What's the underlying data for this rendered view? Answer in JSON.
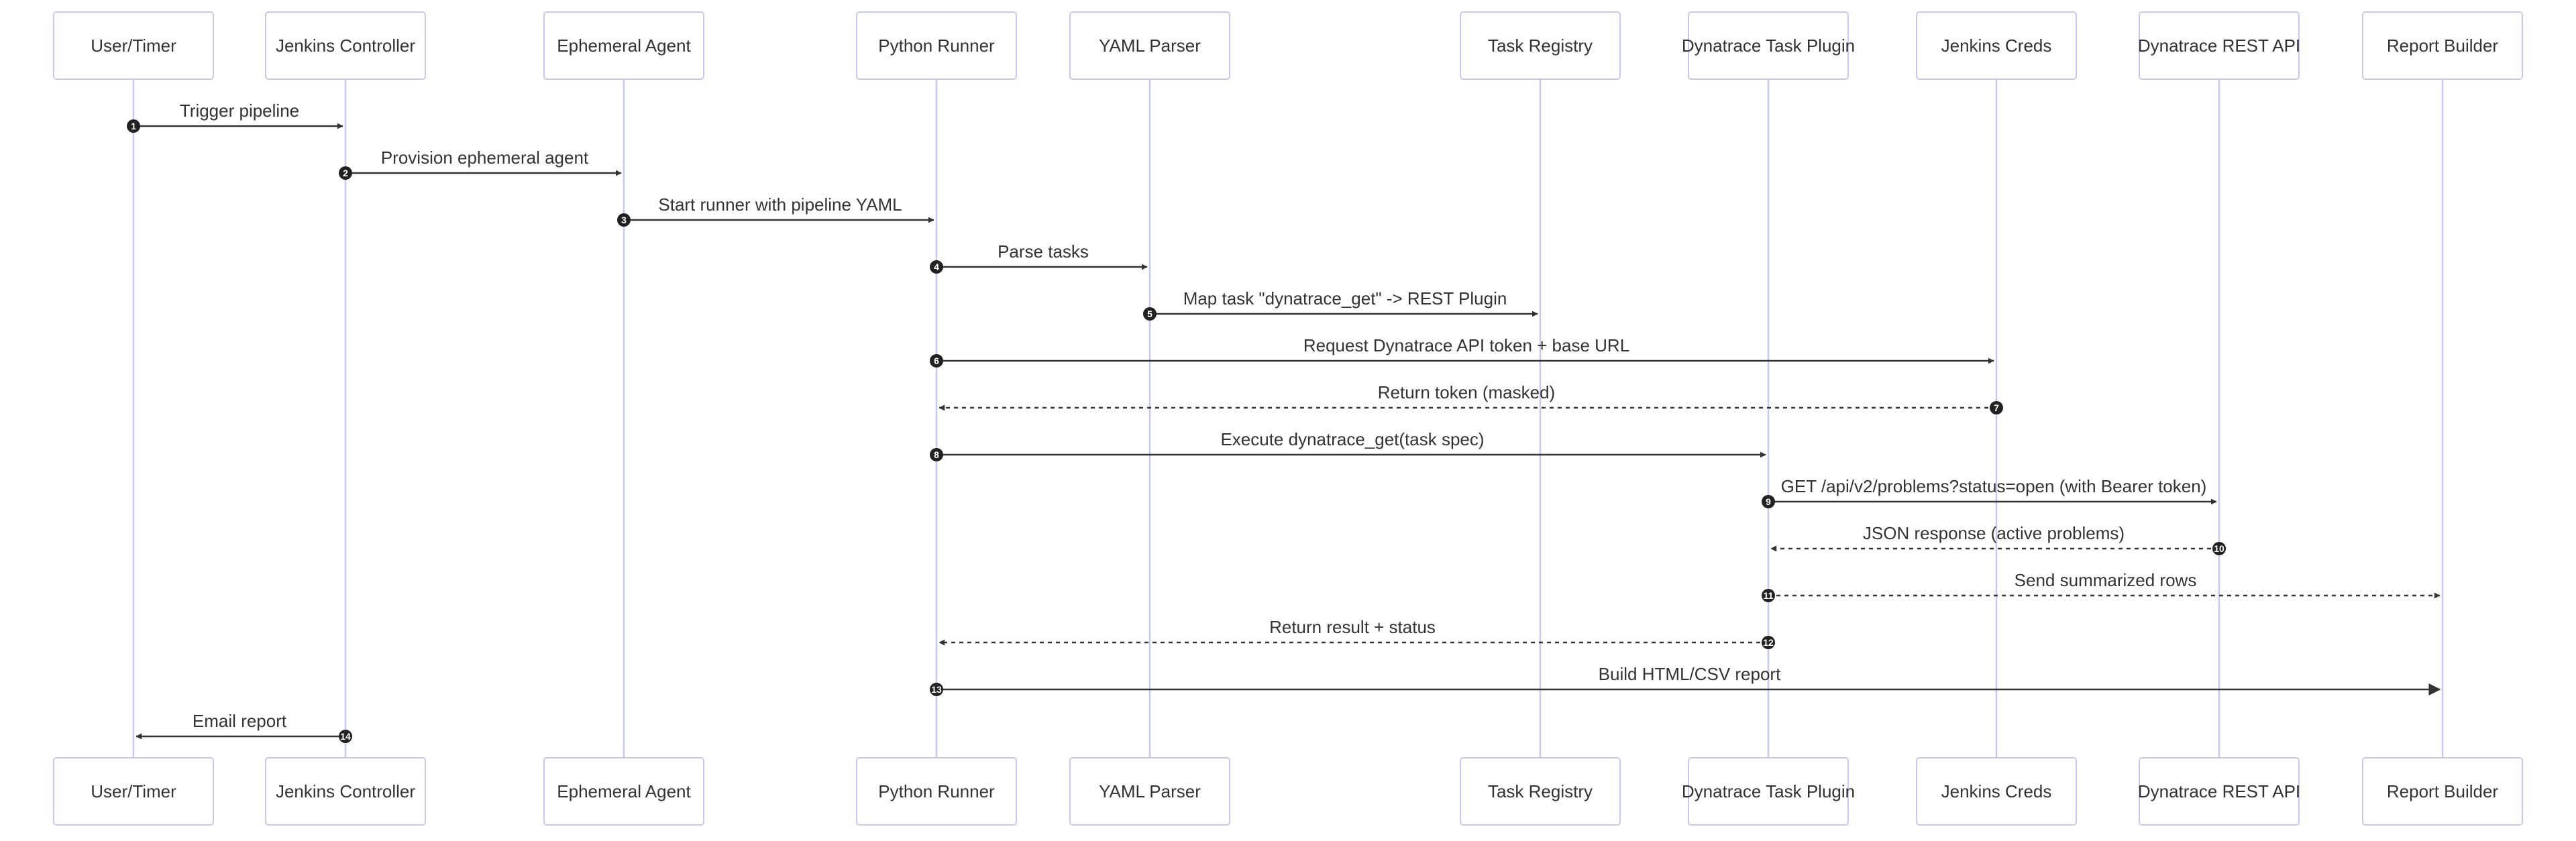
{
  "participants": [
    {
      "id": "user",
      "label": "User/Timer"
    },
    {
      "id": "jenkins",
      "label": "Jenkins Controller"
    },
    {
      "id": "agent",
      "label": "Ephemeral Agent"
    },
    {
      "id": "runner",
      "label": "Python Runner"
    },
    {
      "id": "yaml",
      "label": "YAML Parser"
    },
    {
      "id": "registry",
      "label": "Task Registry"
    },
    {
      "id": "plugin",
      "label": "Dynatrace Task Plugin"
    },
    {
      "id": "creds",
      "label": "Jenkins Creds"
    },
    {
      "id": "api",
      "label": "Dynatrace REST API"
    },
    {
      "id": "report",
      "label": "Report Builder"
    }
  ],
  "messages": [
    {
      "num": "1",
      "from": "user",
      "to": "jenkins",
      "label": "Trigger pipeline",
      "style": "solid"
    },
    {
      "num": "2",
      "from": "jenkins",
      "to": "agent",
      "label": "Provision ephemeral agent",
      "style": "solid"
    },
    {
      "num": "3",
      "from": "agent",
      "to": "runner",
      "label": "Start runner with pipeline YAML",
      "style": "solid"
    },
    {
      "num": "4",
      "from": "runner",
      "to": "yaml",
      "label": "Parse tasks",
      "style": "solid"
    },
    {
      "num": "5",
      "from": "yaml",
      "to": "registry",
      "label": "Map task \"dynatrace_get\" -> REST Plugin",
      "style": "solid"
    },
    {
      "num": "6",
      "from": "runner",
      "to": "creds",
      "label": "Request Dynatrace API token + base URL",
      "style": "solid"
    },
    {
      "num": "7",
      "from": "creds",
      "to": "runner",
      "label": "Return token (masked)",
      "style": "dashed"
    },
    {
      "num": "8",
      "from": "runner",
      "to": "plugin",
      "label": "Execute dynatrace_get(task spec)",
      "style": "solid"
    },
    {
      "num": "9",
      "from": "plugin",
      "to": "api",
      "label": "GET /api/v2/problems?status=open (with Bearer token)",
      "style": "solid"
    },
    {
      "num": "10",
      "from": "api",
      "to": "plugin",
      "label": "JSON response (active problems)",
      "style": "dashed"
    },
    {
      "num": "11",
      "from": "plugin",
      "to": "report",
      "label": "Send summarized rows",
      "style": "dashed"
    },
    {
      "num": "12",
      "from": "plugin",
      "to": "runner",
      "label": "Return result + status",
      "style": "dashed"
    },
    {
      "num": "13",
      "from": "runner",
      "to": "report",
      "label": "Build HTML/CSV report",
      "style": "solid"
    },
    {
      "num": "14",
      "from": "jenkins",
      "to": "user",
      "label": "Email report",
      "style": "solid"
    }
  ]
}
